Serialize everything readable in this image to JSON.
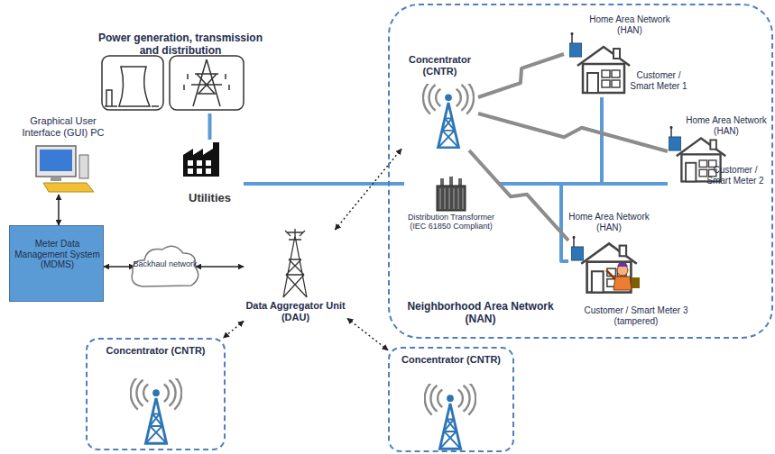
{
  "diagram": {
    "nodes": [
      {
        "text": [
          "Power generation, transmission and distribution"
        ]
      },
      {
        "text": [
          "Graphical User Interface (GUI) PC"
        ]
      },
      {
        "text": [
          "Utilities"
        ]
      },
      {
        "text": [
          "Meter Data Management System (MDMS)"
        ]
      },
      {
        "text": [
          "Backhaul network"
        ]
      },
      {
        "text": [
          "Data Aggregator Unit (DAU)"
        ]
      },
      {
        "text": [
          "Neighborhood Area Network (NAN)"
        ]
      },
      {
        "text": [
          "Concentrator (CNTR)"
        ],
        "in": 6
      },
      {
        "text": [
          "Home Area Network (HAN)",
          "Customer / Smart Meter 1"
        ],
        "in": 6
      },
      {
        "text": [
          "Home Area Network (HAN)",
          "Customer / Smart Meter 2"
        ],
        "in": 6
      },
      {
        "text": [
          "Distribution Transformer (IEC 61850 Compliant)"
        ],
        "in": 6
      },
      {
        "text": [
          "Home Area Network (HAN)",
          "Customer / Smart Meter 3 (tampered)"
        ],
        "in": 6
      },
      {
        "text": [
          "Concentrator (CNTR)"
        ]
      },
      {
        "text": [
          "Concentrator (CNTR)"
        ]
      }
    ],
    "edges": [
      {
        "from": 0,
        "to": 2,
        "arrow": "none"
      },
      {
        "from": 2,
        "to": 10,
        "arrow": "none"
      },
      {
        "from": 10,
        "to": 8,
        "arrow": "none"
      },
      {
        "from": 10,
        "to": 9,
        "arrow": "none"
      },
      {
        "from": 10,
        "to": 11,
        "arrow": "none"
      },
      {
        "from": 7,
        "to": 8,
        "arrow": "none"
      },
      {
        "from": 7,
        "to": 9,
        "arrow": "none"
      },
      {
        "from": 7,
        "to": 11,
        "arrow": "none"
      },
      {
        "from": 1,
        "to": 3,
        "arrow": "both"
      },
      {
        "from": 3,
        "to": 4,
        "arrow": "both"
      },
      {
        "from": 4,
        "to": 5,
        "arrow": "both"
      },
      {
        "from": 5,
        "to": 7,
        "arrow": "both"
      },
      {
        "from": 5,
        "to": 12,
        "arrow": "both"
      },
      {
        "from": 5,
        "to": 13,
        "arrow": "both"
      }
    ]
  }
}
